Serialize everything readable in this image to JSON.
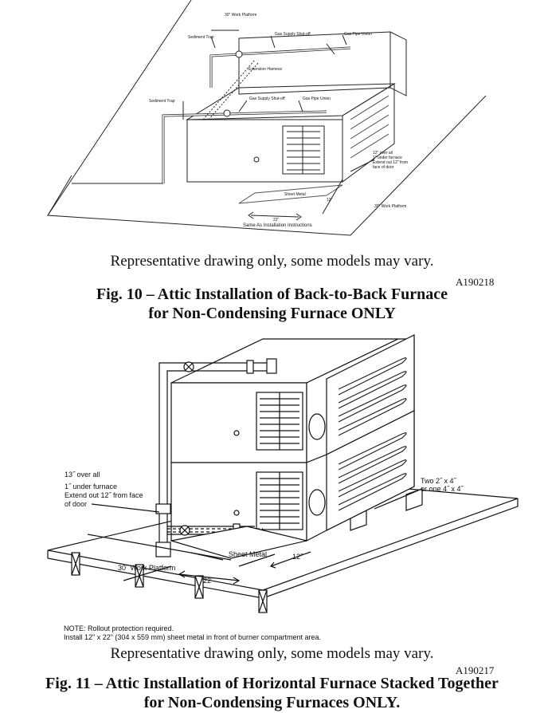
{
  "figure10": {
    "labels": {
      "work_platform_top": "30\" Work Platform",
      "sediment_trap_1": "Sediment Trap",
      "gas_supply_shutoff_1": "Gas Supply Shut-off",
      "gas_pipe_union_1": "Gas Pipe Union",
      "extension_harness": "Extension Harness",
      "sediment_trap_2": "Sediment Trap",
      "gas_supply_shutoff_2": "Gas Supply Shut-off",
      "gas_pipe_union_2": "Gas Pipe Union",
      "over_all": "12\" over all",
      "under_furnace": "1\" under furnace",
      "extend_out": "Extend out 12\" from face of door",
      "sheet_metal": "Sheet Metal",
      "dim_12": "12\"",
      "dim_22": "22\"",
      "work_platform_right": "30\" Work Platform",
      "same_as": "Same As Installation Instructions"
    },
    "note": "Representative drawing only, some models may vary.",
    "code": "A190218",
    "title_line1": "Fig. 10 – Attic Installation of Back-to-Back Furnace",
    "title_line2": "for Non-Condensing Furnace ONLY"
  },
  "figure11": {
    "labels": {
      "over_all": "13˝ over all",
      "under_furnace": "1˝ under furnace",
      "extend_out_1": "Extend out 12˝ from face",
      "extend_out_2": "of door",
      "two_by_four_1": "Two 2˝ x 4˝",
      "two_by_four_2": "or one 4˝ x 4˝",
      "sheet_metal": "Sheet Metal",
      "dim_12": "12˝",
      "work_platform": "30˝ Work Platform",
      "dim_22": "22˝",
      "note_1": "NOTE: Rollout protection required.",
      "note_2": "Install 12\" x 22\" (304 x 559 mm) sheet metal in front of burner compartment area."
    },
    "note": "Representative drawing only, some models may vary.",
    "code": "A190217",
    "title_line1": "Fig. 11 – Attic Installation of Horizontal Furnace Stacked Together",
    "title_line2": "for Non-Condensing Furnaces ONLY."
  }
}
